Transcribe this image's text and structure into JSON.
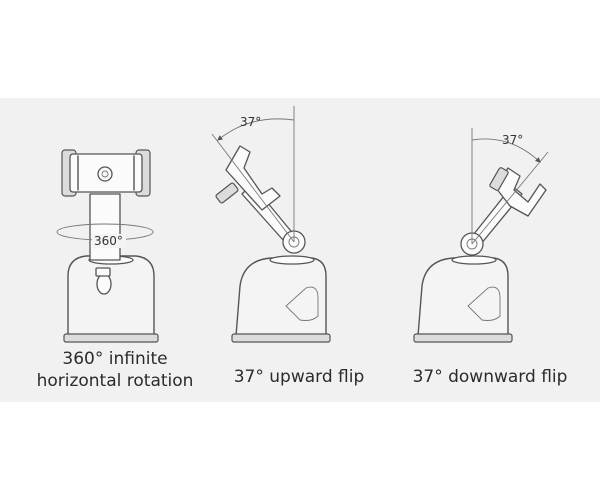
{
  "panels": [
    {
      "id": "rotation",
      "angle_label": "360°",
      "caption_lines": [
        "360° infinite",
        "horizontal rotation"
      ]
    },
    {
      "id": "upward",
      "angle_label": "37°",
      "caption_lines": [
        "37° upward flip"
      ]
    },
    {
      "id": "downward",
      "angle_label": "37°",
      "caption_lines": [
        "37° downward flip"
      ]
    }
  ],
  "colors": {
    "band": "#f1f1f1",
    "stroke": "#555555",
    "text": "#2b2b2b"
  }
}
